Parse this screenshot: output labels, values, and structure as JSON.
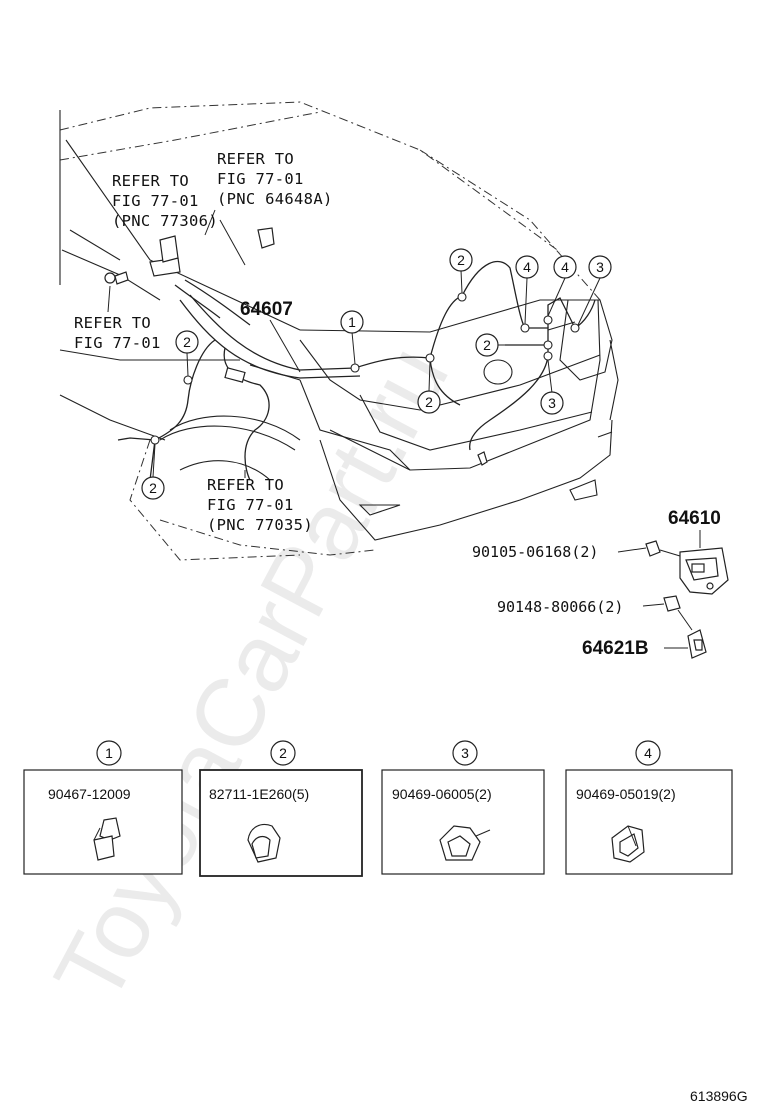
{
  "watermark": "ToyotaCarPart.ru",
  "refer_labels": {
    "top_center": [
      "REFER TO",
      "FIG 77-01",
      "(PNC 64648A)"
    ],
    "top_left": [
      "REFER TO",
      "FIG 77-01",
      "(PNC 77306)"
    ],
    "left": [
      "REFER TO",
      "FIG 77-01"
    ],
    "bottom": [
      "REFER TO",
      "FIG 77-01",
      "(PNC 77035)"
    ]
  },
  "part_numbers": {
    "wire": "64607",
    "lock": "64610",
    "bolt1": "90105-06168(2)",
    "bolt2": "90148-80066(2)",
    "striker": "64621B"
  },
  "callouts": [
    "1",
    "2",
    "3",
    "4"
  ],
  "clips": [
    {
      "num": "1",
      "code": "90467-12009"
    },
    {
      "num": "2",
      "code": "82711-1E260(5)"
    },
    {
      "num": "3",
      "code": "90469-06005(2)"
    },
    {
      "num": "4",
      "code": "90469-05019(2)"
    }
  ],
  "figure_id": "613896G"
}
